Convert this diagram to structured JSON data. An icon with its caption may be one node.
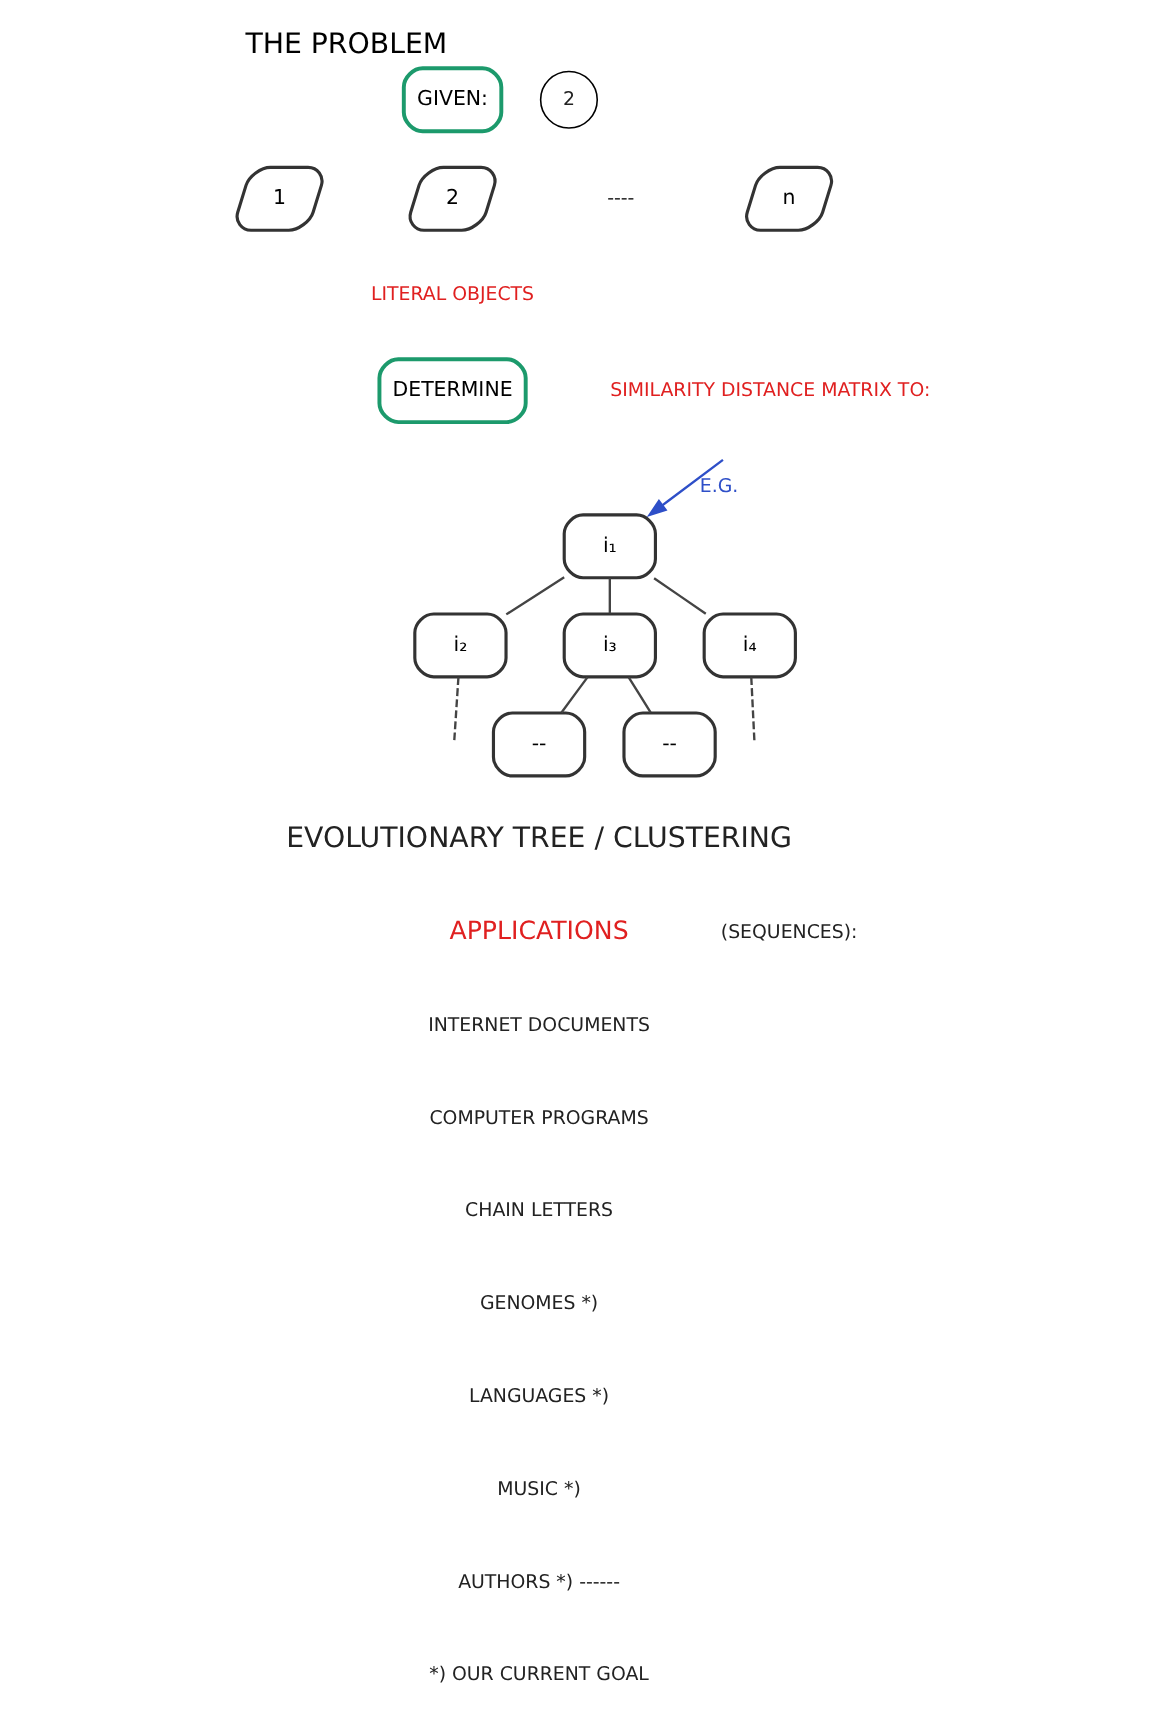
{
  "diagram": {
    "title": "THE PROBLEM",
    "nodes": [
      {
        "text": [
          "GIVEN:"
        ]
      },
      {
        "text": [
          "1"
        ]
      },
      {
        "text": [
          "2"
        ]
      },
      {
        "text": [
          "n"
        ]
      },
      {
        "text": [
          "DETERMINE"
        ]
      },
      {
        "text": [
          "i₁"
        ]
      },
      {
        "text": [
          "i₂"
        ]
      },
      {
        "text": [
          "i₃"
        ]
      },
      {
        "text": [
          "i₄"
        ]
      },
      {
        "text": [
          "--"
        ]
      },
      {
        "text": [
          "--"
        ]
      }
    ],
    "edges": [
      {
        "from": null,
        "to": 5,
        "arrow": "to",
        "label": "E.G.",
        "color": "#2e4fc8"
      },
      {
        "from": 5,
        "to": 6,
        "arrow": "none"
      },
      {
        "from": 5,
        "to": 7,
        "arrow": "none"
      },
      {
        "from": 5,
        "to": 8,
        "arrow": "none"
      },
      {
        "from": 6,
        "to": null,
        "arrow": "none",
        "style": "dashed"
      },
      {
        "from": 7,
        "to": 9,
        "arrow": "none"
      },
      {
        "from": 7,
        "to": 10,
        "arrow": "none"
      },
      {
        "from": 8,
        "to": null,
        "arrow": "none",
        "style": "dashed"
      }
    ],
    "labels": [
      "2",
      "----",
      "LITERAL OBJECTS",
      "SIMILARITY DISTANCE MATRIX TO:",
      "EVOLUTIONARY TREE / CLUSTERING",
      "APPLICATIONS",
      "(SEQUENCES):",
      "INTERNET DOCUMENTS",
      "COMPUTER PROGRAMS",
      "CHAIN LETTERS",
      "GENOMES *)",
      "LANGUAGES *)",
      "MUSIC *)",
      "AUTHORS *) ------",
      "*) OUR CURRENT GOAL"
    ]
  }
}
